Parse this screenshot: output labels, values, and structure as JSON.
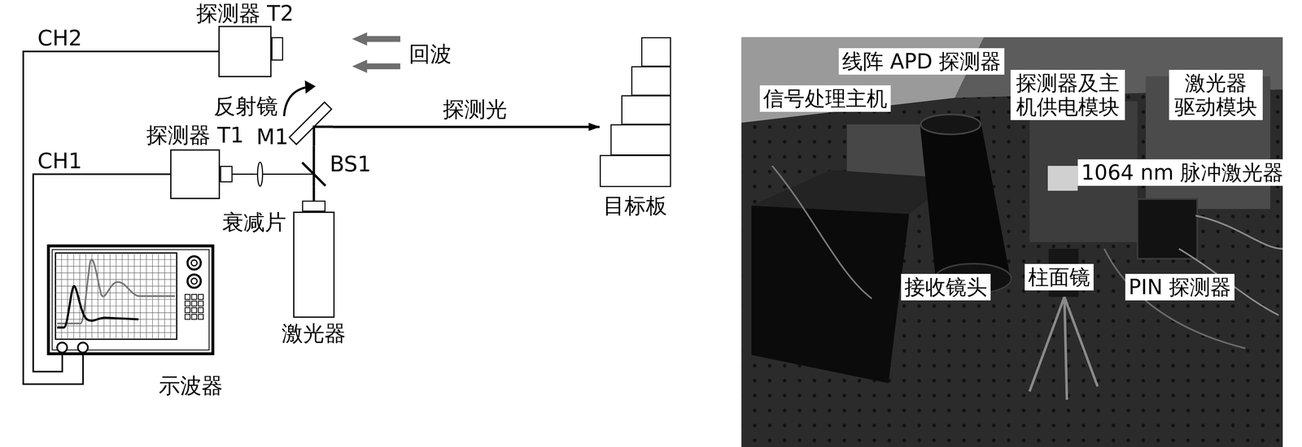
{
  "diagram": {
    "nodes": [
      {
        "text": [
          "探测器 T2"
        ]
      },
      {
        "text": [
          "反射镜",
          "M1"
        ]
      },
      {
        "text": [
          "探测器 T1"
        ]
      },
      {
        "text": [
          "BS1"
        ]
      },
      {
        "text": [
          "衰减片"
        ]
      },
      {
        "text": [
          "激光器"
        ]
      },
      {
        "text": [
          "目标板"
        ]
      },
      {
        "text": [
          "示波器"
        ]
      },
      {
        "text": [
          "线阵 APD 探测器"
        ]
      },
      {
        "text": [
          "信号处理主机"
        ]
      },
      {
        "text": [
          "探测器及主 机供电模块"
        ]
      },
      {
        "text": [
          "激光器 驱动模块"
        ]
      },
      {
        "text": [
          "1064 nm 脉冲激光器"
        ]
      },
      {
        "text": [
          "接收镜头"
        ]
      },
      {
        "text": [
          "柱面镜"
        ]
      },
      {
        "text": [
          "PIN 探测器"
        ]
      }
    ],
    "edges": [
      {
        "from": 0,
        "to": 7,
        "arrow": "none",
        "label": "CH2"
      },
      {
        "from": 2,
        "to": 7,
        "arrow": "none",
        "label": "CH1"
      },
      {
        "from": 5,
        "to": 3,
        "arrow": "none"
      },
      {
        "from": 3,
        "to": 1,
        "arrow": "none"
      },
      {
        "from": 1,
        "to": 6,
        "arrow": "to",
        "label": "探测光"
      },
      {
        "from": 3,
        "to": 4,
        "arrow": "none"
      },
      {
        "from": 4,
        "to": 2,
        "arrow": "none"
      }
    ],
    "labels": [
      "回波"
    ]
  }
}
